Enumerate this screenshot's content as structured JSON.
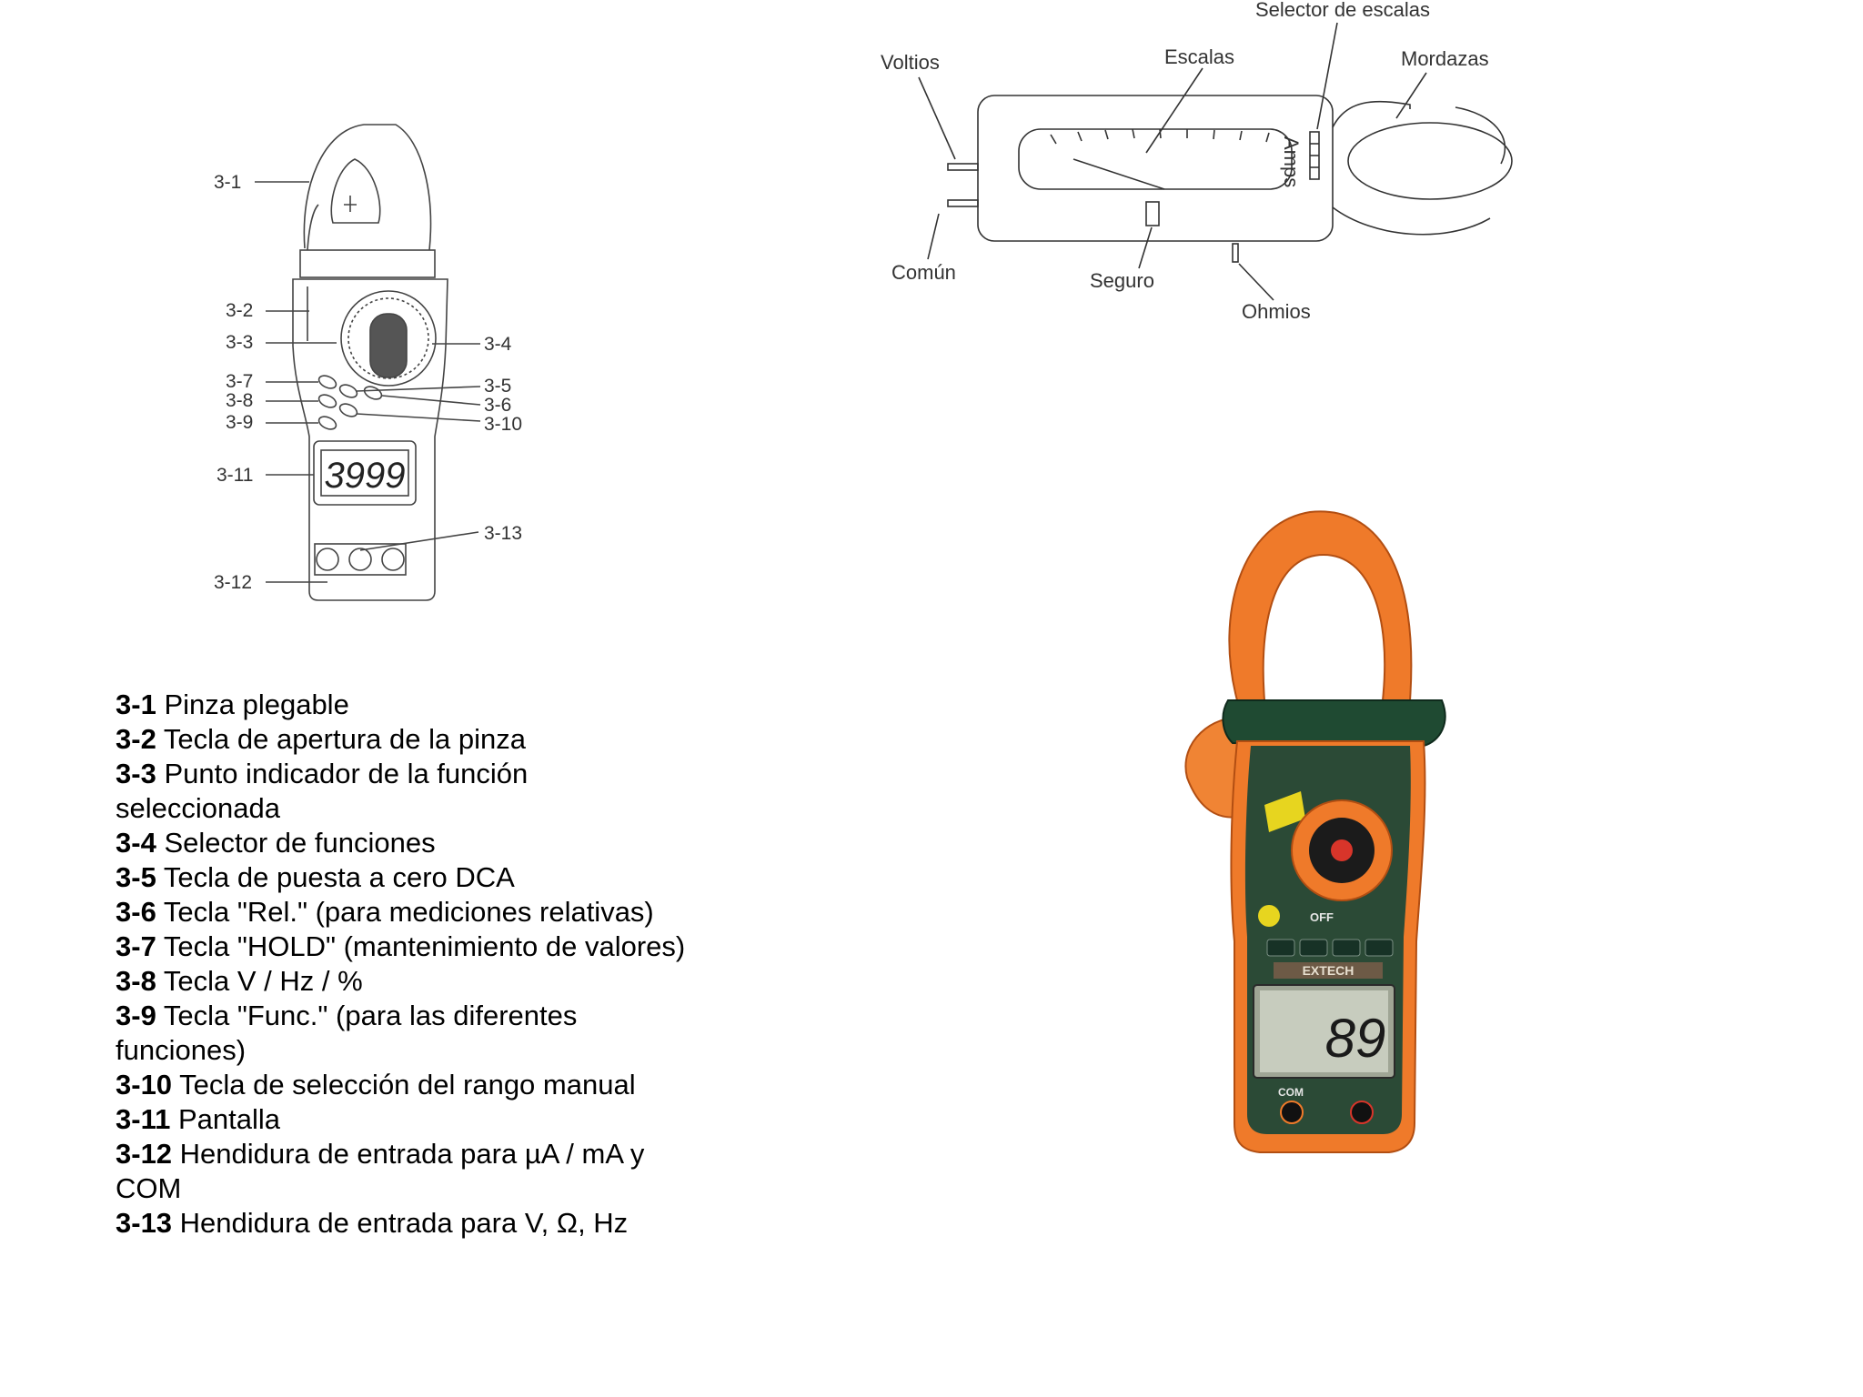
{
  "clamp_diagram": {
    "callouts": [
      "3-1",
      "3-2",
      "3-3",
      "3-4",
      "3-5",
      "3-6",
      "3-7",
      "3-8",
      "3-9",
      "3-10",
      "3-11",
      "3-12",
      "3-13"
    ],
    "display_value": "3999"
  },
  "analog_diagram": {
    "labels": {
      "selector": "Selector de escalas",
      "voltios": "Voltios",
      "escalas": "Escalas",
      "mordazas": "Mordazas",
      "amps": "Amps",
      "comun": "Común",
      "seguro": "Seguro",
      "ohmios": "Ohmios"
    }
  },
  "photo": {
    "display_value": "89",
    "brand": "EXTECH",
    "com_label": "COM",
    "off_label": "OFF"
  },
  "legend": [
    {
      "num": "3-1",
      "text": "Pinza plegable"
    },
    {
      "num": "3-2",
      "text": "Tecla de apertura de la pinza"
    },
    {
      "num": "3-3",
      "text": "Punto indicador de la función seleccionada"
    },
    {
      "num": "3-4",
      "text": "Selector de funciones"
    },
    {
      "num": "3-5",
      "text": "Tecla de puesta a cero DCA"
    },
    {
      "num": "3-6",
      "text": "Tecla \"Rel.\" (para mediciones relativas)"
    },
    {
      "num": "3-7",
      "text": "Tecla \"HOLD\" (mantenimiento de valores)"
    },
    {
      "num": "3-8",
      "text": "Tecla V / Hz / %"
    },
    {
      "num": "3-9",
      "text": "Tecla \"Func.\" (para las diferentes funciones)"
    },
    {
      "num": "3-10",
      "text": "Tecla de selección del rango manual"
    },
    {
      "num": "3-11",
      "text": "Pantalla"
    },
    {
      "num": "3-12",
      "text": "Hendidura de entrada para µA / mA y COM"
    },
    {
      "num": "3-13",
      "text": "Hendidura de entrada para V, Ω, Hz"
    }
  ]
}
